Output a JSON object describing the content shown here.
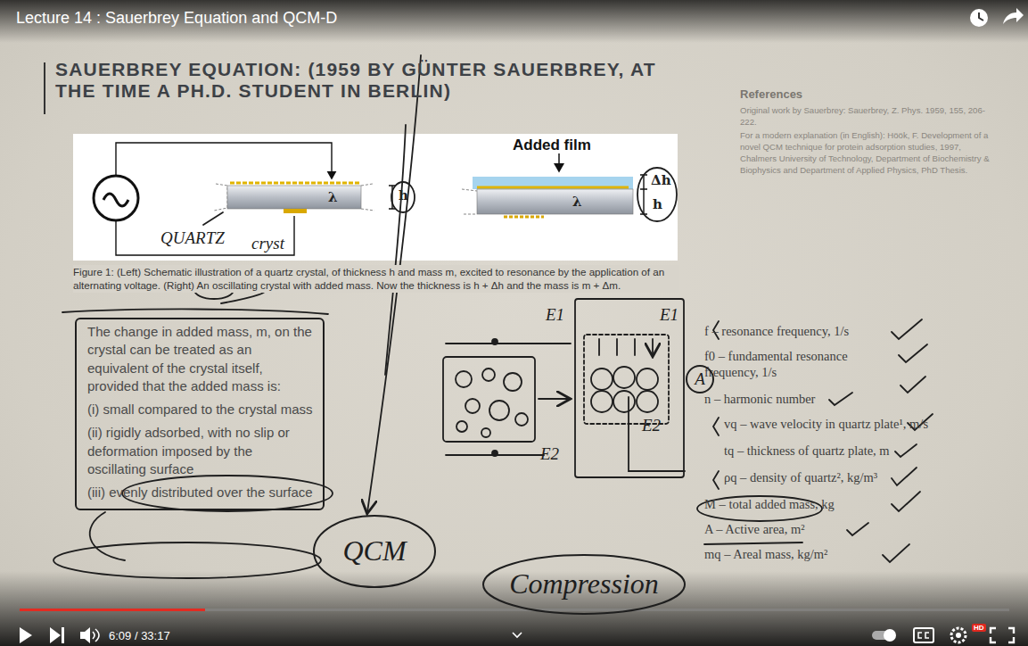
{
  "diagram": {
    "title": "SAUERBREY EQUATION: (1959 BY GÜNTER SAUERBREY, AT THE TIME A PH.D. STUDENT IN BERLIN)",
    "caption": "Figure 1: (Left) Schematic illustration of a quartz crystal, of thickness h and mass m, excited to resonance by the application of an alternating voltage. (Right) An oscillating crystal with added mass. Now the thickness is h + Δh and the mass is m + Δm.",
    "nodes": [
      {
        "text": [
          "The change in added mass, m, on the crystal can be treated as an equivalent of the crystal itself, provided that the added mass is:",
          "(i) small compared to the crystal mass",
          "(ii) rigidly adsorbed, with no slip or deformation imposed by the oscillating surface",
          "(iii) evenly distributed over the surface"
        ]
      },
      {
        "text": [
          "QCM"
        ]
      },
      {
        "text": [
          "Compression"
        ]
      },
      {
        "text": [
          "A"
        ]
      }
    ],
    "labels": [
      "Lecture 14 : Sauerbrey Equation and QCM-D",
      "Added film",
      "λ",
      "h",
      "λ",
      "Δh",
      "h",
      "QUARTZ",
      "cryst",
      "E1",
      "E1",
      "E2",
      "E2",
      "References",
      "Original work by Sauerbrey: Sauerbrey, Z. Phys. 1959, 155, 206-222.",
      "For a modern explanation (in English): Höök, F. Development of a novel QCM technique for protein adsorption studies, 1997, Chalmers University of Technology, Department of Biochemistry & Biophysics and Department of Applied Physics, PhD Thesis.",
      "f – resonance frequency, 1/s",
      "f0 – fundamental resonance frequency, 1/s",
      "n – harmonic number",
      "vq – wave velocity in quartz plate¹, m/s",
      "tq – thickness of quartz plate, m",
      "ρq – density of quartz², kg/m³",
      "M – total added mass, kg",
      "A – Active area, m²",
      "mq – Areal mass, kg/m²",
      "6:09 / 33:17",
      "HD"
    ]
  }
}
